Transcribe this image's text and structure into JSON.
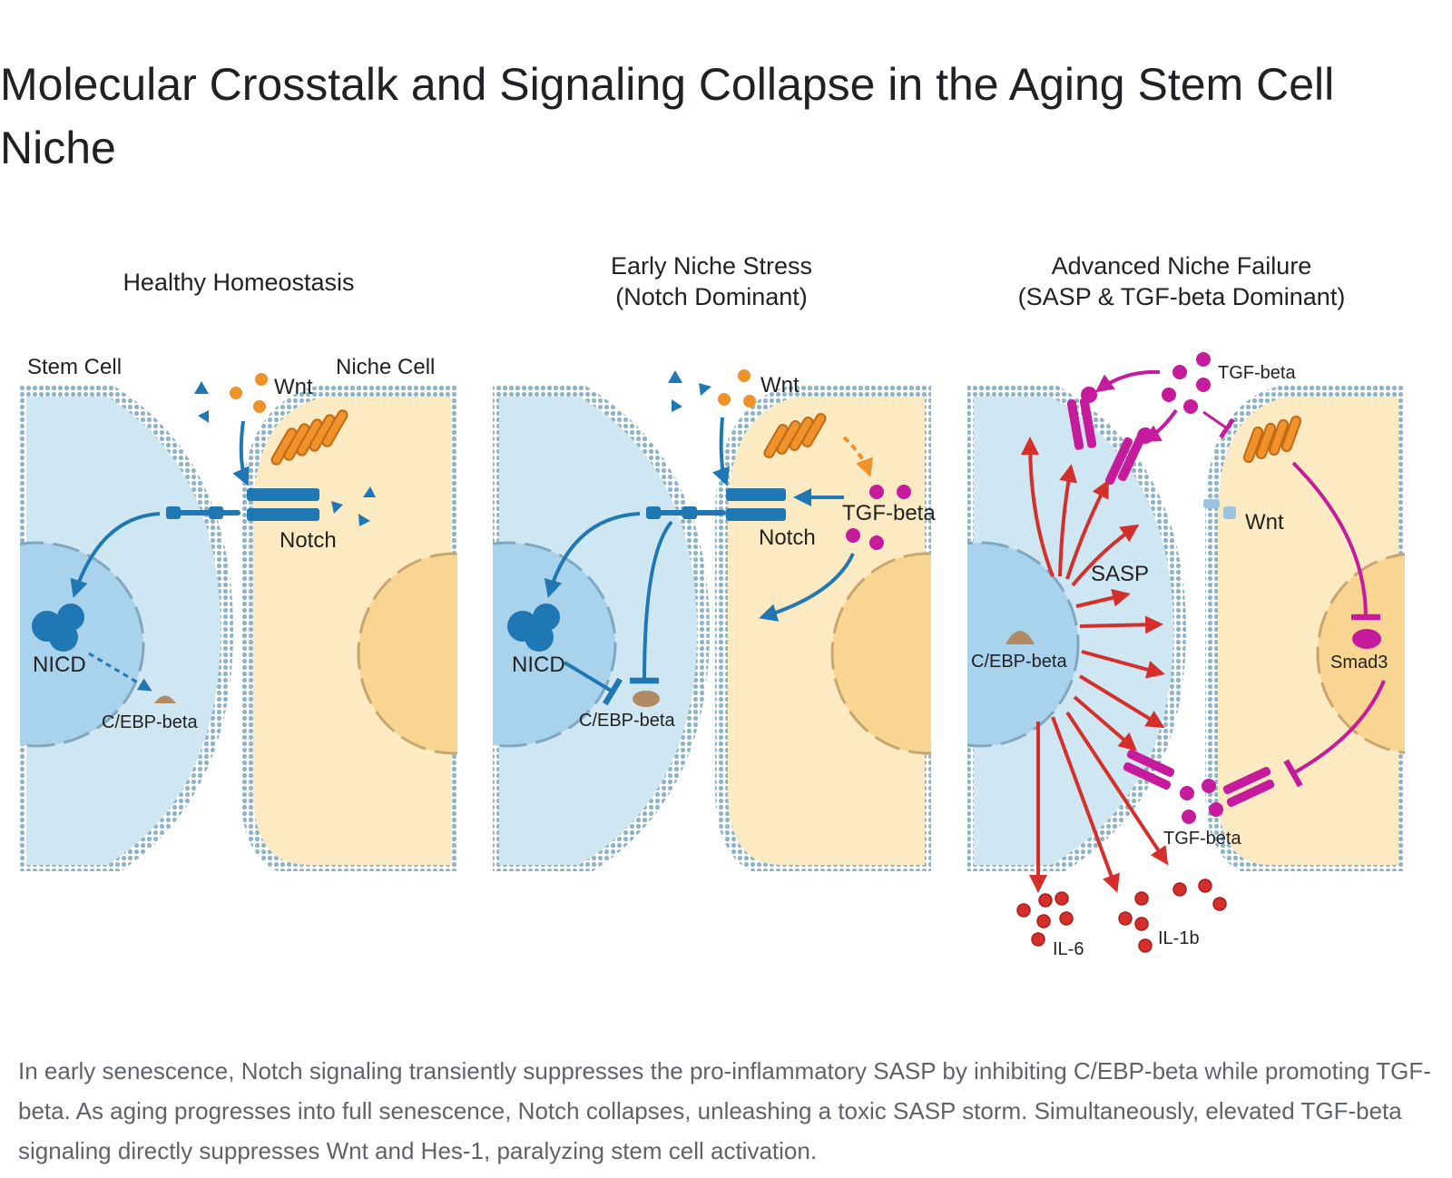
{
  "title": "Molecular Crosstalk and Signaling Collapse in the Aging Stem Cell Niche",
  "panels": [
    {
      "title_lines": [
        "Healthy Homeostasis"
      ],
      "labels": {
        "stem_cell": "Stem Cell",
        "niche_cell": "Niche Cell",
        "wnt": "Wnt",
        "notch": "Notch",
        "nicd": "NICD",
        "cebp": "C/EBP-beta"
      }
    },
    {
      "title_lines": [
        "Early Niche Stress",
        "(Notch Dominant)"
      ],
      "labels": {
        "wnt": "Wnt",
        "notch": "Notch",
        "tgf": "TGF-beta",
        "nicd": "NICD",
        "cebp": "C/EBP-beta"
      }
    },
    {
      "title_lines": [
        "Advanced Niche Failure",
        "(SASP & TGF-beta Dominant)"
      ],
      "labels": {
        "tgf_top": "TGF-beta",
        "wnt": "Wnt",
        "sasp": "SASP",
        "cebp": "C/EBP-beta",
        "smad3": "Smad3",
        "tgf_bottom": "TGF-beta",
        "il6": "IL-6",
        "il1b": "IL-1b"
      }
    }
  ],
  "colors": {
    "stem_cell": "#cfe6f3",
    "stem_nucleus": "#a9d2ec",
    "niche_cell": "#fcebc2",
    "niche_nucleus": "#f8d692",
    "membrane": "#8fb4c9",
    "notch": "#1f78b4",
    "wnt_receptor": "#f0922b",
    "tgf": "#c51b9c",
    "sasp": "#d42f2a",
    "cebp": "#b08a63"
  },
  "caption": "In early senescence, Notch signaling transiently suppresses the pro-inflammatory SASP by inhibiting C/EBP-beta while promoting TGF-beta. As aging progresses into full senescence, Notch collapses, unleashing a toxic SASP storm. Simultaneously, elevated TGF-beta signaling directly suppresses Wnt and Hes-1, paralyzing stem cell activation."
}
